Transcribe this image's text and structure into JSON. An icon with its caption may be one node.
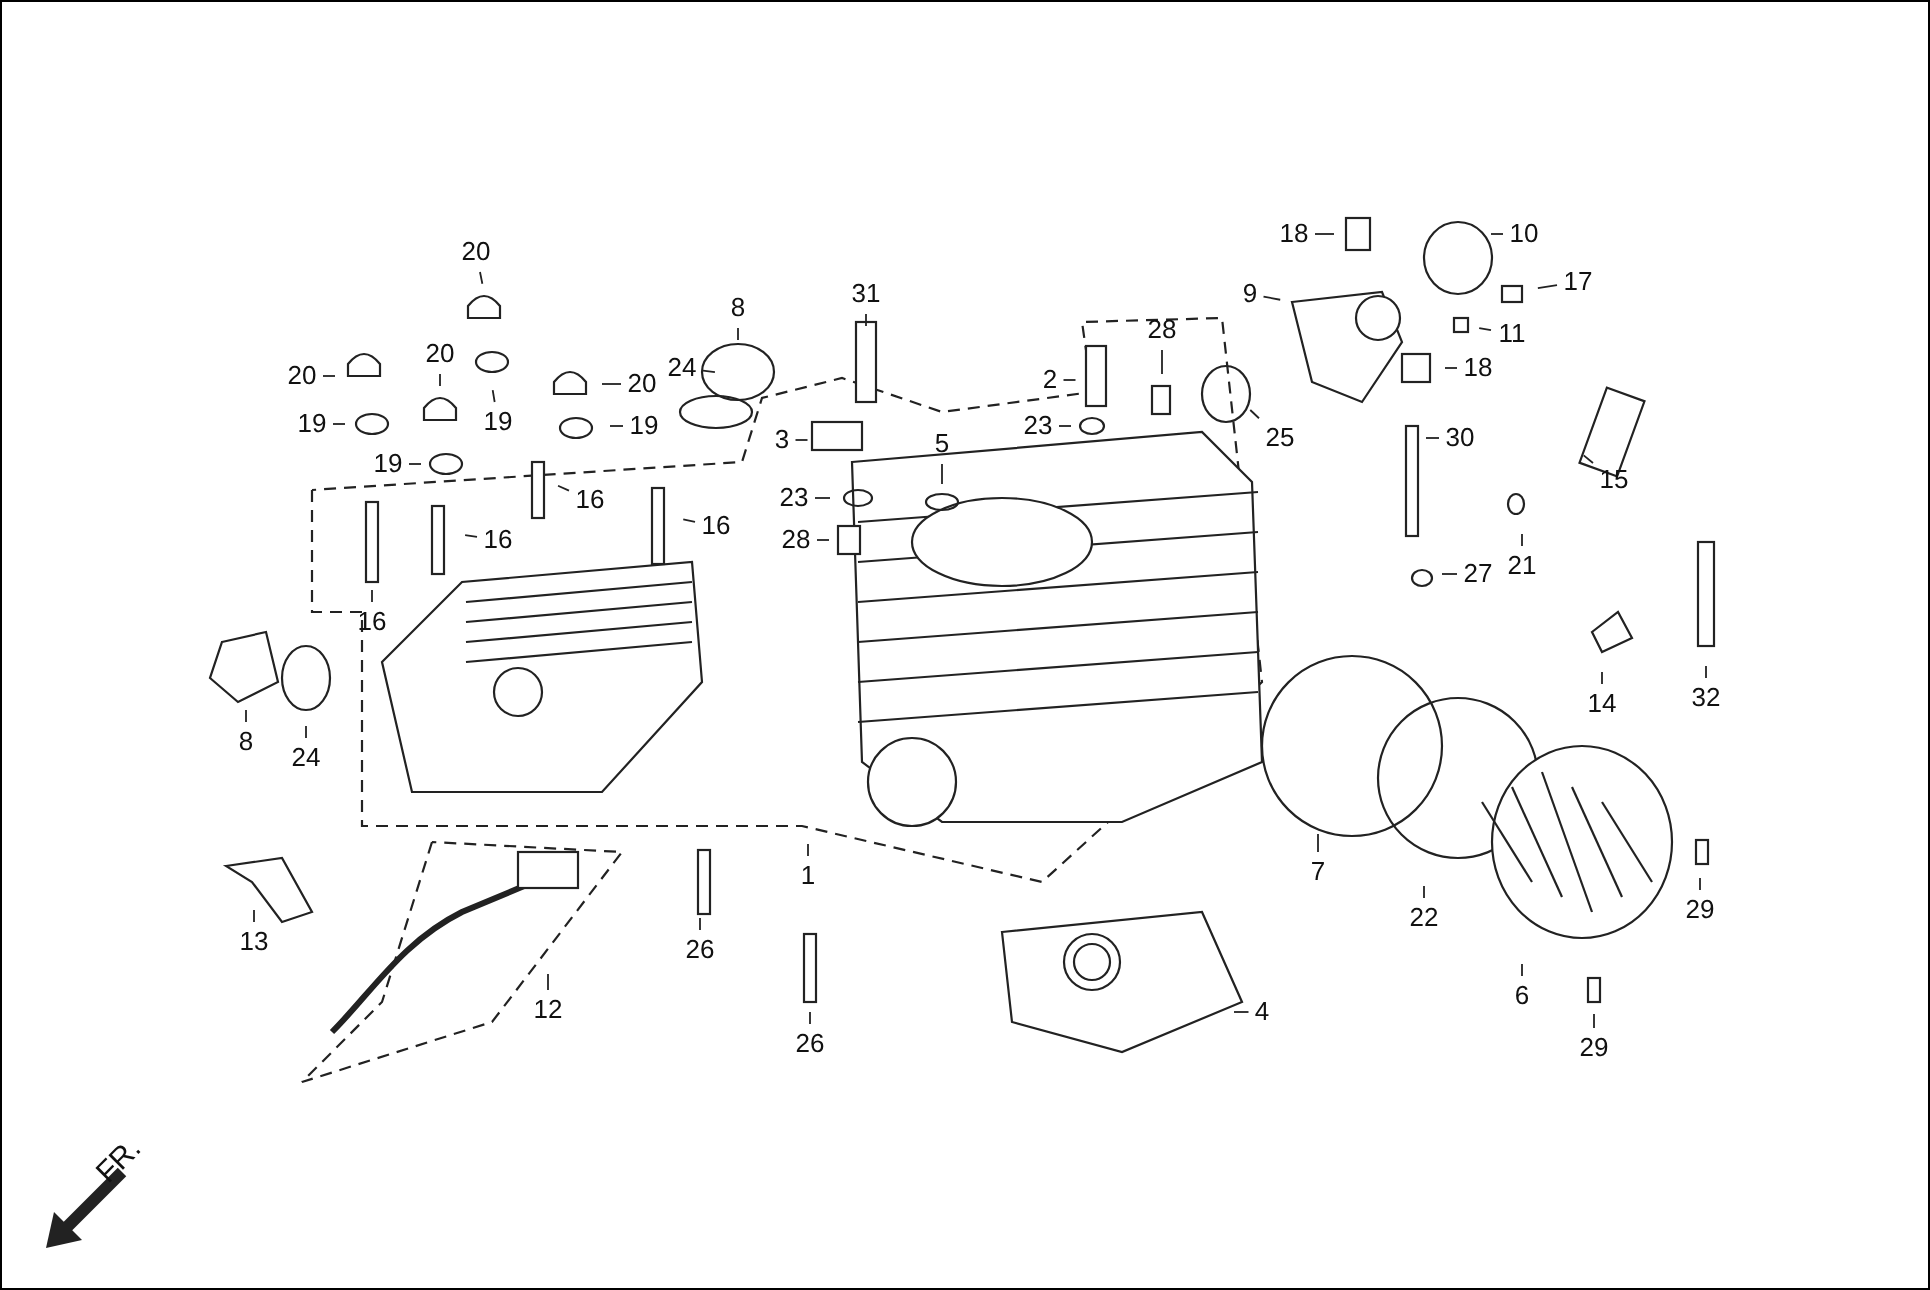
{
  "diagram": {
    "nodes": [
      {
        "text": [
          "20"
        ]
      },
      {
        "text": [
          "20"
        ]
      },
      {
        "text": [
          "20"
        ]
      },
      {
        "text": [
          "20"
        ]
      },
      {
        "text": [
          "19"
        ]
      },
      {
        "text": [
          "19"
        ]
      },
      {
        "text": [
          "19"
        ]
      },
      {
        "text": [
          "19"
        ]
      },
      {
        "text": [
          "8"
        ]
      },
      {
        "text": [
          "24"
        ]
      },
      {
        "text": [
          "31"
        ]
      },
      {
        "text": [
          "2"
        ]
      },
      {
        "text": [
          "28"
        ]
      },
      {
        "text": [
          "23"
        ]
      },
      {
        "text": [
          "3"
        ]
      },
      {
        "text": [
          "5"
        ]
      },
      {
        "text": [
          "23"
        ]
      },
      {
        "text": [
          "28"
        ]
      },
      {
        "text": [
          "16"
        ]
      },
      {
        "text": [
          "16"
        ]
      },
      {
        "text": [
          "16"
        ]
      },
      {
        "text": [
          "16"
        ]
      },
      {
        "text": [
          "18"
        ]
      },
      {
        "text": [
          "10"
        ]
      },
      {
        "text": [
          "9"
        ]
      },
      {
        "text": [
          "17"
        ]
      },
      {
        "text": [
          "11"
        ]
      },
      {
        "text": [
          "18"
        ]
      },
      {
        "text": [
          "25"
        ]
      },
      {
        "text": [
          "30"
        ]
      },
      {
        "text": [
          "15"
        ]
      },
      {
        "text": [
          "21"
        ]
      },
      {
        "text": [
          "27"
        ]
      },
      {
        "text": [
          "14"
        ]
      },
      {
        "text": [
          "32"
        ]
      },
      {
        "text": [
          "8"
        ]
      },
      {
        "text": [
          "24"
        ]
      },
      {
        "text": [
          "1"
        ]
      },
      {
        "text": [
          "13"
        ]
      },
      {
        "text": [
          "12"
        ]
      },
      {
        "text": [
          "26"
        ]
      },
      {
        "text": [
          "26"
        ]
      },
      {
        "text": [
          "7"
        ]
      },
      {
        "text": [
          "22"
        ]
      },
      {
        "text": [
          "4"
        ]
      },
      {
        "text": [
          "6"
        ]
      },
      {
        "text": [
          "29"
        ]
      },
      {
        "text": [
          "29"
        ]
      }
    ],
    "edges": [
      {
        "from": 0,
        "to": null,
        "arrow": "none"
      },
      {
        "from": 1,
        "to": null,
        "arrow": "none"
      },
      {
        "from": 2,
        "to": null,
        "arrow": "none"
      },
      {
        "from": 3,
        "to": null,
        "arrow": "none"
      },
      {
        "from": 4,
        "to": null,
        "arrow": "none"
      },
      {
        "from": 5,
        "to": null,
        "arrow": "none"
      },
      {
        "from": 6,
        "to": null,
        "arrow": "none"
      },
      {
        "from": 7,
        "to": null,
        "arrow": "none"
      },
      {
        "from": 8,
        "to": null,
        "arrow": "none"
      },
      {
        "from": 9,
        "to": null,
        "arrow": "none"
      },
      {
        "from": 10,
        "to": null,
        "arrow": "none"
      },
      {
        "from": 11,
        "to": null,
        "arrow": "none"
      },
      {
        "from": 12,
        "to": null,
        "arrow": "none"
      },
      {
        "from": 13,
        "to": null,
        "arrow": "none"
      },
      {
        "from": 14,
        "to": null,
        "arrow": "none"
      },
      {
        "from": 15,
        "to": null,
        "arrow": "none"
      },
      {
        "from": 16,
        "to": null,
        "arrow": "none"
      },
      {
        "from": 17,
        "to": null,
        "arrow": "none"
      },
      {
        "from": 18,
        "to": null,
        "arrow": "none"
      },
      {
        "from": 19,
        "to": null,
        "arrow": "none"
      },
      {
        "from": 20,
        "to": null,
        "arrow": "none"
      },
      {
        "from": 21,
        "to": null,
        "arrow": "none"
      },
      {
        "from": 22,
        "to": null,
        "arrow": "none"
      },
      {
        "from": 23,
        "to": null,
        "arrow": "none"
      },
      {
        "from": 24,
        "to": null,
        "arrow": "none"
      },
      {
        "from": 25,
        "to": null,
        "arrow": "none"
      },
      {
        "from": 26,
        "to": null,
        "arrow": "none"
      },
      {
        "from": 27,
        "to": null,
        "arrow": "none"
      },
      {
        "from": 28,
        "to": null,
        "arrow": "none"
      },
      {
        "from": 29,
        "to": null,
        "arrow": "none"
      },
      {
        "from": 30,
        "to": null,
        "arrow": "none"
      },
      {
        "from": 31,
        "to": null,
        "arrow": "none"
      },
      {
        "from": 32,
        "to": null,
        "arrow": "none"
      },
      {
        "from": 33,
        "to": null,
        "arrow": "none"
      },
      {
        "from": 34,
        "to": null,
        "arrow": "none"
      },
      {
        "from": 35,
        "to": null,
        "arrow": "none"
      },
      {
        "from": 36,
        "to": null,
        "arrow": "none"
      },
      {
        "from": 37,
        "to": null,
        "arrow": "none"
      },
      {
        "from": 38,
        "to": null,
        "arrow": "none"
      },
      {
        "from": 39,
        "to": null,
        "arrow": "none"
      },
      {
        "from": 40,
        "to": null,
        "arrow": "none"
      },
      {
        "from": 41,
        "to": null,
        "arrow": "none"
      },
      {
        "from": 42,
        "to": null,
        "arrow": "none"
      },
      {
        "from": 43,
        "to": null,
        "arrow": "none"
      },
      {
        "from": 44,
        "to": null,
        "arrow": "none"
      },
      {
        "from": 45,
        "to": null,
        "arrow": "none"
      },
      {
        "from": 46,
        "to": null,
        "arrow": "none"
      },
      {
        "from": 47,
        "to": null,
        "arrow": "none"
      }
    ],
    "labels": [
      "FR."
    ]
  }
}
